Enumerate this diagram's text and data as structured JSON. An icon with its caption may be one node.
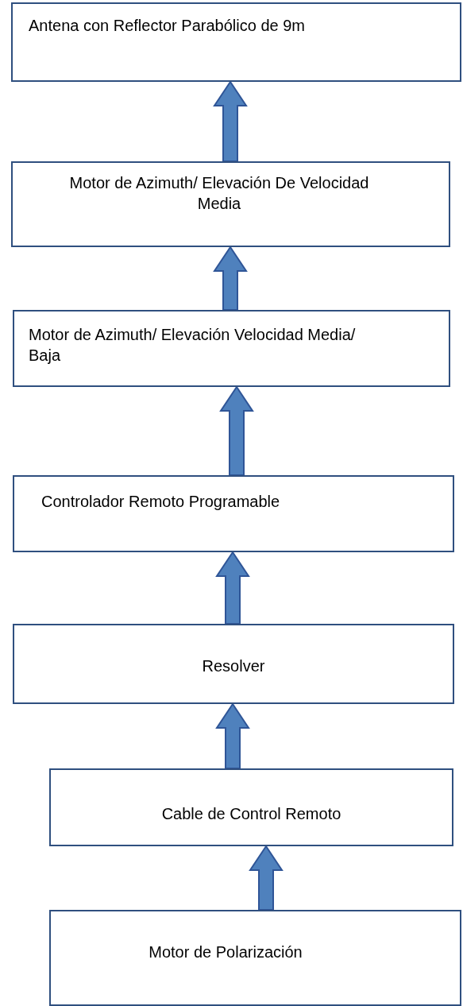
{
  "diagram": {
    "nodes": [
      {
        "text": [
          "Antena con Reflector Parabólico de 9m"
        ]
      },
      {
        "text": [
          "Motor de Azimuth/ Elevación De Velocidad Media"
        ]
      },
      {
        "text": [
          "Motor de Azimuth/ Elevación Velocidad Media/ Baja"
        ]
      },
      {
        "text": [
          "Controlador Remoto Programable"
        ]
      },
      {
        "text": [
          "Resolver"
        ]
      },
      {
        "text": [
          "Cable de Control Remoto"
        ]
      },
      {
        "text": [
          "Motor de Polarización"
        ]
      }
    ],
    "edges": [
      {
        "from": 1,
        "to": 0,
        "arrow": "to"
      },
      {
        "from": 2,
        "to": 1,
        "arrow": "to"
      },
      {
        "from": 3,
        "to": 2,
        "arrow": "to"
      },
      {
        "from": 4,
        "to": 3,
        "arrow": "to"
      },
      {
        "from": 5,
        "to": 4,
        "arrow": "to"
      },
      {
        "from": 6,
        "to": 5,
        "arrow": "to"
      }
    ]
  }
}
